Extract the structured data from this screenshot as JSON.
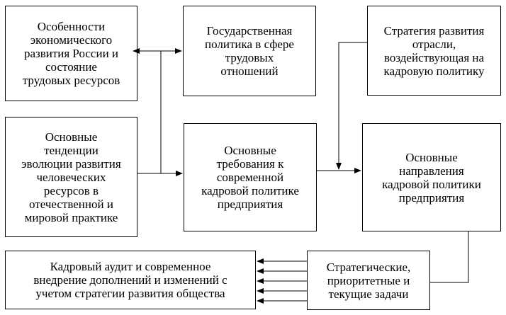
{
  "boxes": {
    "economy": "Особенности\nэкономического\nразвития России и\nсостояние\nтрудовых ресурсов",
    "state_policy": "Государственная\nполитика в сфере\nтрудовых\nотношений",
    "industry_strategy": "Стратегия развития\nотрасли,\nвоздействующая на\nкадровую политику",
    "hr_trends": "Основные\nтенденции\nэволюции развития\nчеловеческих\nресурсов в\nотечественной и\nмировой практике",
    "requirements": "Основные\nтребования к\nсовременной\nкадровой политике\nпредприятия",
    "directions": "Основные\nнаправления\nкадровой политики\nпредприятия",
    "tasks": "Стратегические,\nприоритетные и\nтекущие задачи",
    "audit": "Кадровый аудит и современное\nвнедрение дополнений и изменений с\nучетом стратегии развития общества"
  }
}
